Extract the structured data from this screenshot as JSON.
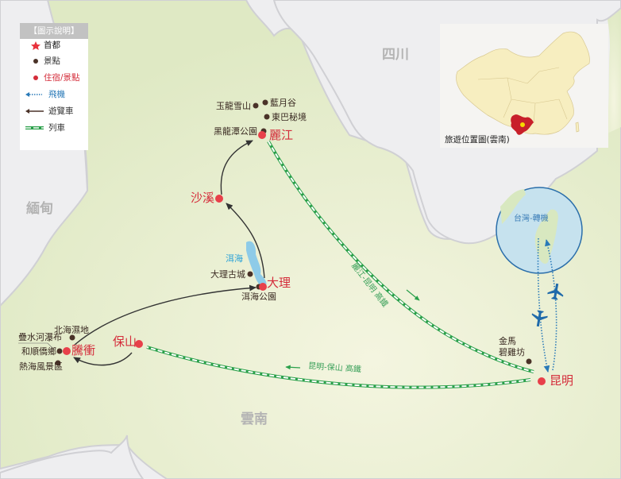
{
  "legend": {
    "title": "【圖示說明】",
    "items": [
      {
        "icon": "star-icon",
        "label": "首都",
        "color": "#e8323c"
      },
      {
        "icon": "dot-icon",
        "label": "景點",
        "color": "#4a3228"
      },
      {
        "icon": "dot-icon",
        "label": "住宿/景點",
        "color": "#d42c3a"
      },
      {
        "icon": "dotted-arrow-icon",
        "label": "飛機",
        "color": "#2a7ab8"
      },
      {
        "icon": "arrow-icon",
        "label": "遊覽車",
        "color": "#4a3228"
      },
      {
        "icon": "rail-icon",
        "label": "列車",
        "color": "#2aa04a"
      }
    ]
  },
  "regions": {
    "sichuan": "四川",
    "myanmar": "緬甸",
    "yunnan": "雲南"
  },
  "inset": {
    "caption": "旅遊位置圖(雲南)",
    "highlight_color": "#c8202a",
    "marker_color": "#f5d800"
  },
  "stays": {
    "lijiang": "麗江",
    "shaxi": "沙溪",
    "dali": "大理",
    "baoshan": "保山",
    "tengchong": "騰衝",
    "kunming": "昆明"
  },
  "spots": {
    "yulong": "玉龍雪山",
    "lanyue": "藍月谷",
    "dongba": "東巴秘境",
    "heilongtan": "黑龍潭公園",
    "erhai_lake": "洱海",
    "dali_old_town": "大理古城",
    "erhai_park": "洱海公園",
    "beihai": "北海濕地",
    "dieshui": "疊水河瀑布",
    "heshun": "和順僑鄉",
    "rehai": "熱海風景區",
    "jinma": "金馬",
    "biji": "碧雞坊"
  },
  "routes": {
    "lijiang_kunming": "麗江-昆明 高鐵",
    "kunming_baoshan": "昆明-保山 高鐵",
    "taiwan": "台灣-轉機"
  },
  "colors": {
    "land": "#e3ecc8",
    "land_light": "#f2f4dc",
    "sea": "#eeeef0",
    "stay": "#e8404a",
    "spot": "#4a3228",
    "bus": "#333333",
    "rail": "#2aa04a",
    "flight": "#2a7ab8",
    "taiwan_circle": "#c6e2ee"
  }
}
